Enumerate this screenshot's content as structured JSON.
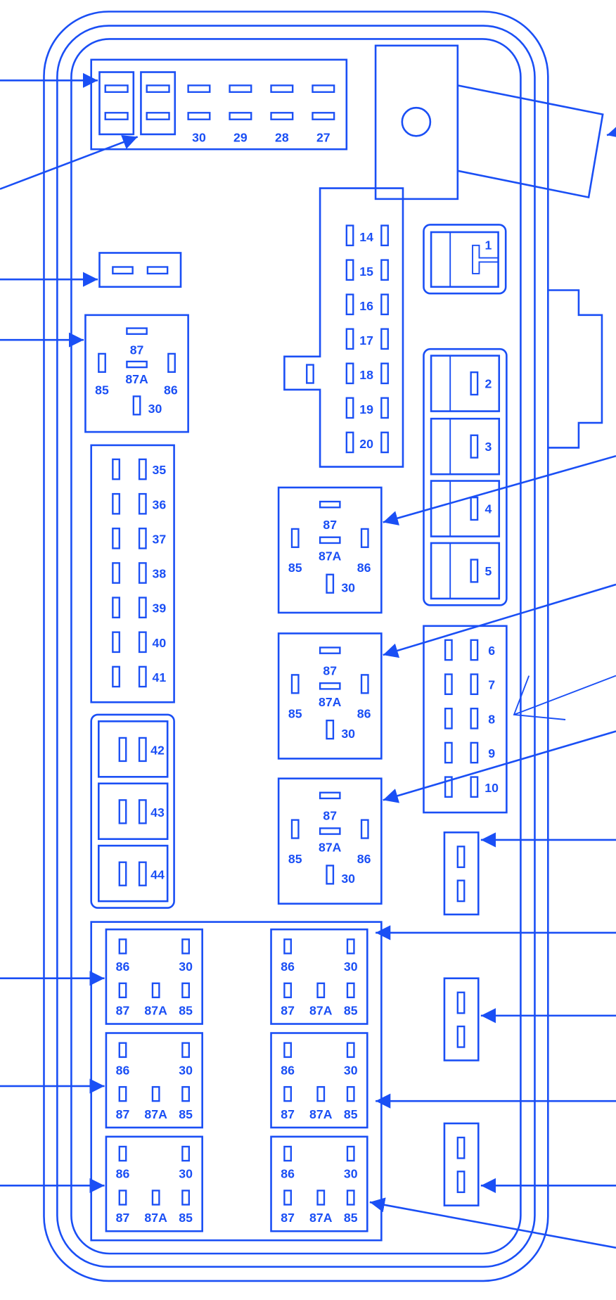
{
  "colors": {
    "line": "#1a4ff5",
    "background": "#ffffff"
  },
  "top_fuses": [
    "30",
    "29",
    "28",
    "27"
  ],
  "mini_fuses_center": [
    "14",
    "15",
    "16",
    "17",
    "18",
    "19",
    "20"
  ],
  "mini_fuses_left": [
    "35",
    "36",
    "37",
    "38",
    "39",
    "40",
    "41"
  ],
  "cartridge_fuses_left": [
    "42",
    "43",
    "44"
  ],
  "cartridge_fuses_right": [
    "1",
    "2",
    "3",
    "4",
    "5"
  ],
  "mini_fuses_right": [
    "6",
    "7",
    "8",
    "9",
    "10"
  ],
  "iso_relays": [
    {
      "p87": "87",
      "p87a": "87A",
      "p85": "85",
      "p86": "86",
      "p30": "30"
    },
    {
      "p87": "87",
      "p87a": "87A",
      "p85": "85",
      "p86": "86",
      "p30": "30"
    },
    {
      "p87": "87",
      "p87a": "87A",
      "p85": "85",
      "p86": "86",
      "p30": "30"
    },
    {
      "p87": "87",
      "p87a": "87A",
      "p85": "85",
      "p86": "86",
      "p30": "30"
    }
  ],
  "micro_relays": [
    {
      "p86": "86",
      "p30": "30",
      "p87": "87",
      "p87a": "87A",
      "p85": "85"
    },
    {
      "p86": "86",
      "p30": "30",
      "p87": "87",
      "p87a": "87A",
      "p85": "85"
    },
    {
      "p86": "86",
      "p30": "30",
      "p87": "87",
      "p87a": "87A",
      "p85": "85"
    },
    {
      "p86": "86",
      "p30": "30",
      "p87": "87",
      "p87a": "87A",
      "p85": "85"
    },
    {
      "p86": "86",
      "p30": "30",
      "p87": "87",
      "p87a": "87A",
      "p85": "85"
    },
    {
      "p86": "86",
      "p30": "30",
      "p87": "87",
      "p87a": "87A",
      "p85": "85"
    }
  ]
}
